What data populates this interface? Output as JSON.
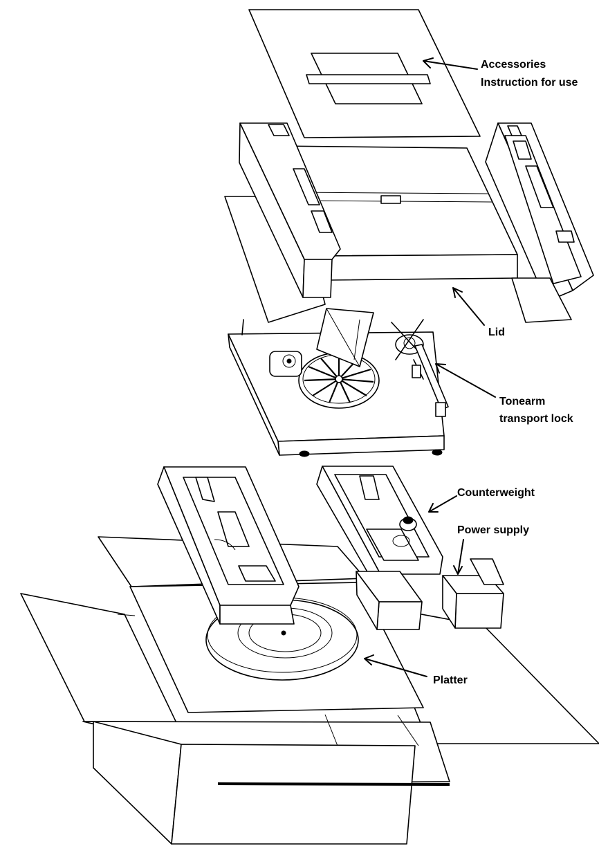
{
  "labels": {
    "accessories": "Accessories",
    "instruction": "Instruction for use",
    "lid": "Lid",
    "tonearm_1": "Tonearm",
    "tonearm_2": "transport lock",
    "counterweight": "Counterweight",
    "power_supply": "Power supply",
    "platter": "Platter"
  }
}
